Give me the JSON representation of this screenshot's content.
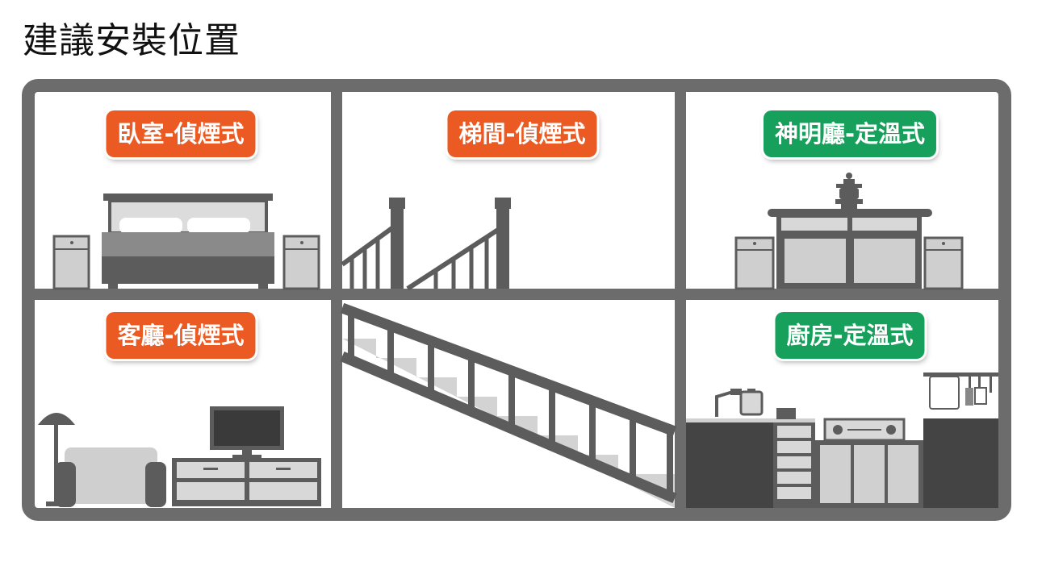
{
  "title": "建議安裝位置",
  "colors": {
    "smoke_badge": "#ea5a22",
    "heat_badge": "#17a05b",
    "house_frame": "#6c6c6c",
    "furniture_dark": "#5c5c5c",
    "furniture_light": "#cfcfcf"
  },
  "rooms": [
    {
      "id": "bedroom",
      "label": "臥室-偵煙式",
      "detector": "smoke"
    },
    {
      "id": "stairway",
      "label": "梯間-偵煙式",
      "detector": "smoke"
    },
    {
      "id": "shrine-hall",
      "label": "神明廳-定溫式",
      "detector": "heat"
    },
    {
      "id": "living-room",
      "label": "客廳-偵煙式",
      "detector": "smoke"
    },
    {
      "id": "kitchen",
      "label": "廚房-定溫式",
      "detector": "heat"
    }
  ]
}
